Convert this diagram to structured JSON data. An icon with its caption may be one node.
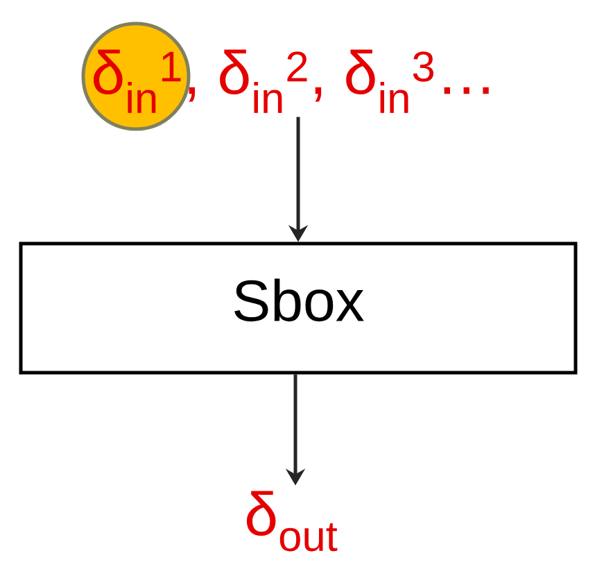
{
  "diagram": {
    "nodes": [
      {
        "text": [
          "δ$_{in}$$^{1}$, δ$_{in}$$^{2}$, δ$_{in}$$^{3}$…"
        ]
      },
      {
        "text": [
          "Sbox"
        ]
      },
      {
        "text": [
          "δ$_{out}$"
        ]
      }
    ],
    "edges": [
      {
        "from": 0,
        "to": 1,
        "arrow": "to"
      },
      {
        "from": 1,
        "to": 2,
        "arrow": "to"
      }
    ]
  }
}
